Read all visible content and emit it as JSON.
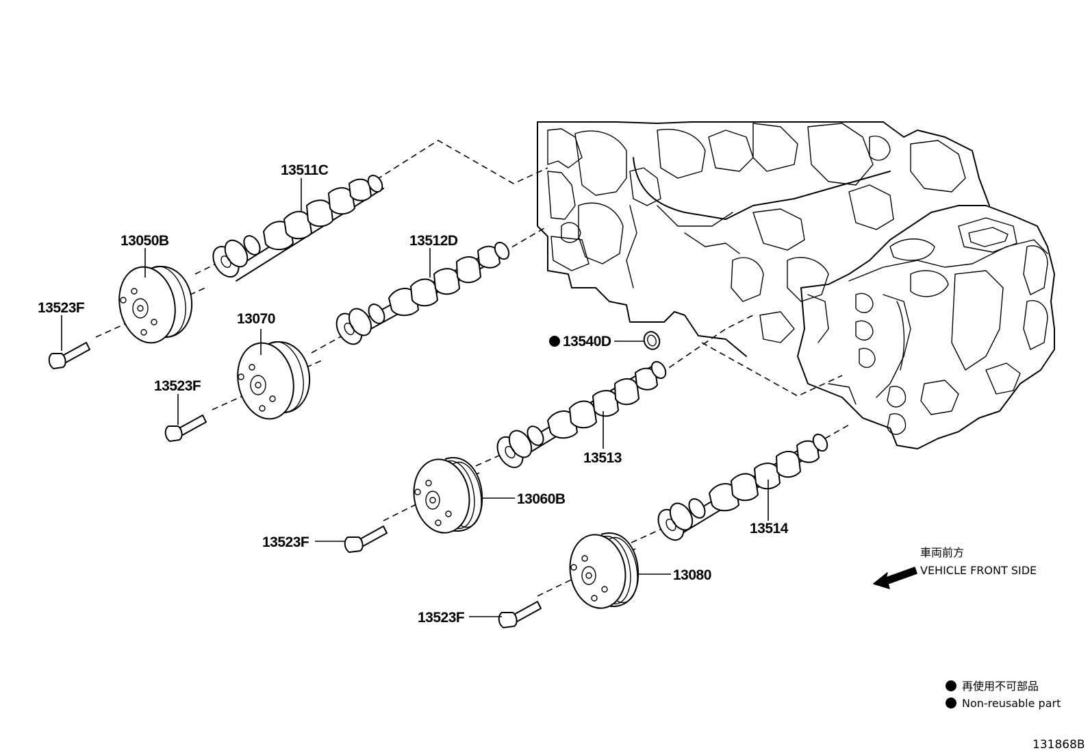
{
  "labels": {
    "camshaft_13511C": "13511C",
    "gear_13050B": "13050B",
    "bolt_13523F_a": "13523F",
    "camshaft_13512D": "13512D",
    "gear_13070": "13070",
    "bolt_13523F_b": "13523F",
    "ring_13540D": "13540D",
    "camshaft_13513": "13513",
    "gear_13060B": "13060B",
    "bolt_13523F_c": "13523F",
    "camshaft_13514": "13514",
    "gear_13080": "13080",
    "bolt_13523F_d": "13523F"
  },
  "direction": {
    "label_jp": "車両前方",
    "label_en": "VEHICLE FRONT SIDE",
    "icon": "arrow-left-icon"
  },
  "legend": {
    "items": [
      {
        "text": "再使用不可部品",
        "icon": "filled-circle-icon"
      },
      {
        "text": "Non-reusable part",
        "icon": "filled-circle-icon"
      }
    ]
  },
  "figure_number": "131868B",
  "colors": {
    "ink": "#000000",
    "paper": "#ffffff"
  }
}
